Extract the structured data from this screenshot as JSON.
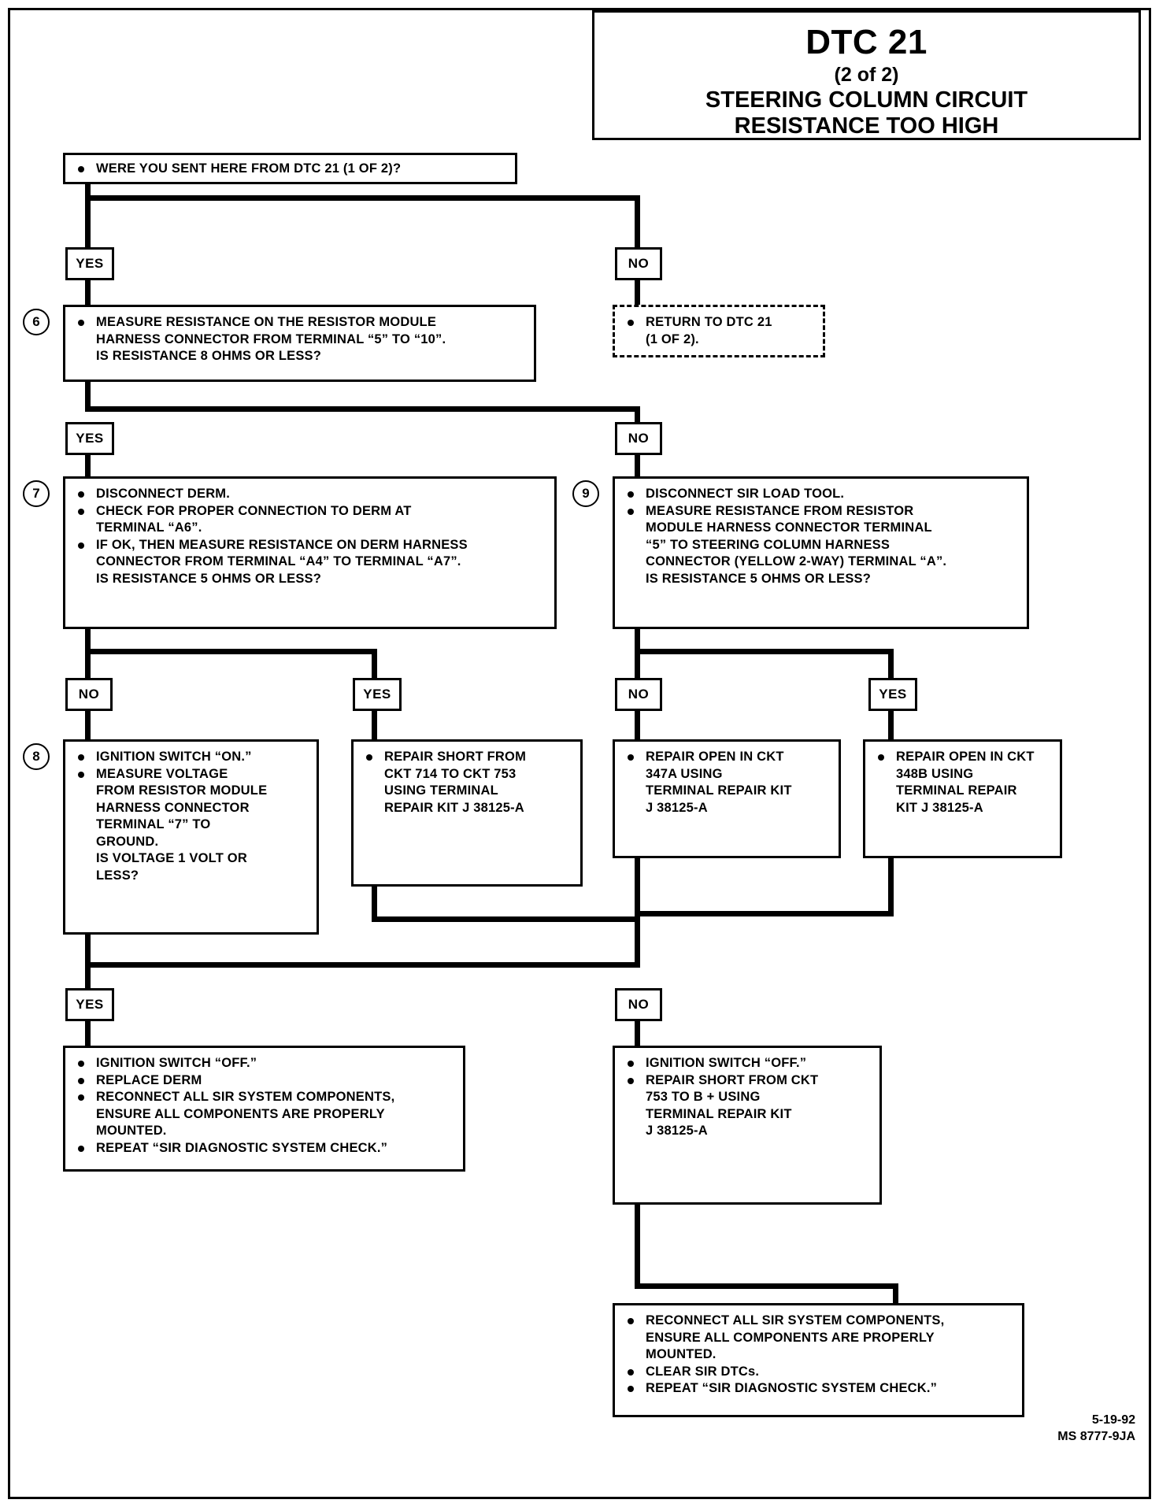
{
  "title": {
    "code": "DTC 21",
    "page_of": "(2 of 2)",
    "line1": "STEERING COLUMN CIRCUIT",
    "line2": "RESISTANCE TOO HIGH"
  },
  "labels": {
    "yes": "YES",
    "no": "NO"
  },
  "steps": {
    "s6": "6",
    "s7": "7",
    "s8": "8",
    "s9": "9"
  },
  "boxes": {
    "start": {
      "lines": [
        "WERE YOU SENT HERE FROM DTC 21 (1 OF 2)?"
      ]
    },
    "return_dtc": {
      "lines": [
        "RETURN TO DTC 21",
        "(1 OF 2)."
      ]
    },
    "step6": {
      "lines": [
        "MEASURE RESISTANCE ON THE RESISTOR MODULE",
        "HARNESS CONNECTOR FROM TERMINAL “5” TO “10”.",
        "IS RESISTANCE 8 OHMS OR LESS?"
      ]
    },
    "step7": {
      "b1": [
        "DISCONNECT DERM."
      ],
      "b2": [
        "CHECK FOR PROPER CONNECTION TO DERM AT",
        "TERMINAL “A6”."
      ],
      "b3": [
        "IF OK, THEN MEASURE RESISTANCE ON DERM HARNESS",
        "CONNECTOR FROM TERMINAL “A4” TO TERMINAL “A7”.",
        "IS RESISTANCE 5 OHMS OR LESS?"
      ]
    },
    "step9": {
      "b1": [
        "DISCONNECT SIR LOAD TOOL."
      ],
      "b2": [
        "MEASURE RESISTANCE FROM RESISTOR",
        "MODULE HARNESS CONNECTOR TERMINAL",
        "“5” TO STEERING COLUMN HARNESS",
        "CONNECTOR (YELLOW 2-WAY) TERMINAL “A”.",
        "IS RESISTANCE 5 OHMS OR LESS?"
      ]
    },
    "step8": {
      "b1": [
        "IGNITION SWITCH “ON.”"
      ],
      "b2": [
        "MEASURE VOLTAGE",
        "FROM RESISTOR MODULE",
        "HARNESS CONNECTOR",
        "TERMINAL “7” TO",
        "GROUND.",
        "IS VOLTAGE 1 VOLT OR",
        "LESS?"
      ]
    },
    "repair714": {
      "lines": [
        "REPAIR SHORT FROM",
        "CKT 714 TO CKT 753",
        "USING TERMINAL",
        "REPAIR KIT J 38125-A"
      ]
    },
    "repair347a": {
      "lines": [
        "REPAIR OPEN IN CKT",
        "347A USING",
        "TERMINAL REPAIR KIT",
        "J 38125-A"
      ]
    },
    "repair348b": {
      "lines": [
        "REPAIR OPEN IN CKT",
        "348B USING",
        "TERMINAL REPAIR",
        "KIT J 38125-A"
      ]
    },
    "final_left": {
      "b1": [
        "IGNITION SWITCH “OFF.”"
      ],
      "b2": [
        "REPLACE DERM"
      ],
      "b3": [
        "RECONNECT ALL SIR SYSTEM COMPONENTS,",
        "ENSURE ALL COMPONENTS ARE PROPERLY",
        "MOUNTED."
      ],
      "b4": [
        "REPEAT “SIR DIAGNOSTIC SYSTEM CHECK.”"
      ]
    },
    "repair753": {
      "b1": [
        "IGNITION SWITCH “OFF.”"
      ],
      "b2": [
        "REPAIR SHORT FROM CKT",
        "753 TO B + USING",
        "TERMINAL REPAIR KIT",
        "J 38125-A"
      ]
    },
    "final_bottom": {
      "b1": [
        "RECONNECT ALL SIR SYSTEM COMPONENTS,",
        "ENSURE ALL COMPONENTS ARE PROPERLY",
        "MOUNTED."
      ],
      "b2": [
        "CLEAR SIR DTCs."
      ],
      "b3": [
        "REPEAT “SIR DIAGNOSTIC SYSTEM CHECK.”"
      ]
    }
  },
  "footer": {
    "date": "5-19-92",
    "doc_id": "MS 8777-9JA"
  }
}
